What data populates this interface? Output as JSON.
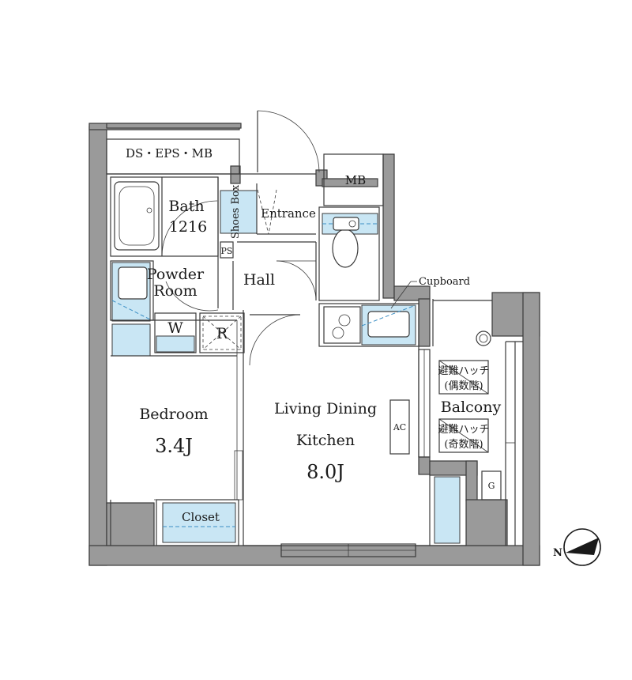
{
  "rooms": {
    "ds_eps_mb": "DS・EPS・MB",
    "mb": "MB",
    "bath": "Bath",
    "bath_size": "1216",
    "shoes_box": "Shoes Box",
    "entrance": "Entrance",
    "ps": "PS",
    "powder_room_1": "Powder",
    "powder_room_2": "Room",
    "hall": "Hall",
    "washer": "W",
    "fridge": "R",
    "cupboard": "Cupboard",
    "bedroom": "Bedroom",
    "bedroom_size": "3.4J",
    "ldk_1": "Living Dining",
    "ldk_2": "Kitchen",
    "ldk_size": "8.0J",
    "ac": "AC",
    "balcony": "Balcony",
    "hatch_even_1": "避難ハッチ",
    "hatch_even_2": "(偶数階)",
    "hatch_odd_1": "避難ハッチ",
    "hatch_odd_2": "(奇数階)",
    "closet": "Closet",
    "gas_meter": "G"
  },
  "compass": {
    "north_label": "N"
  },
  "colors": {
    "wall": "#9a9a9a",
    "storage": "#c9e6f4",
    "line": "#3a3a3a"
  }
}
